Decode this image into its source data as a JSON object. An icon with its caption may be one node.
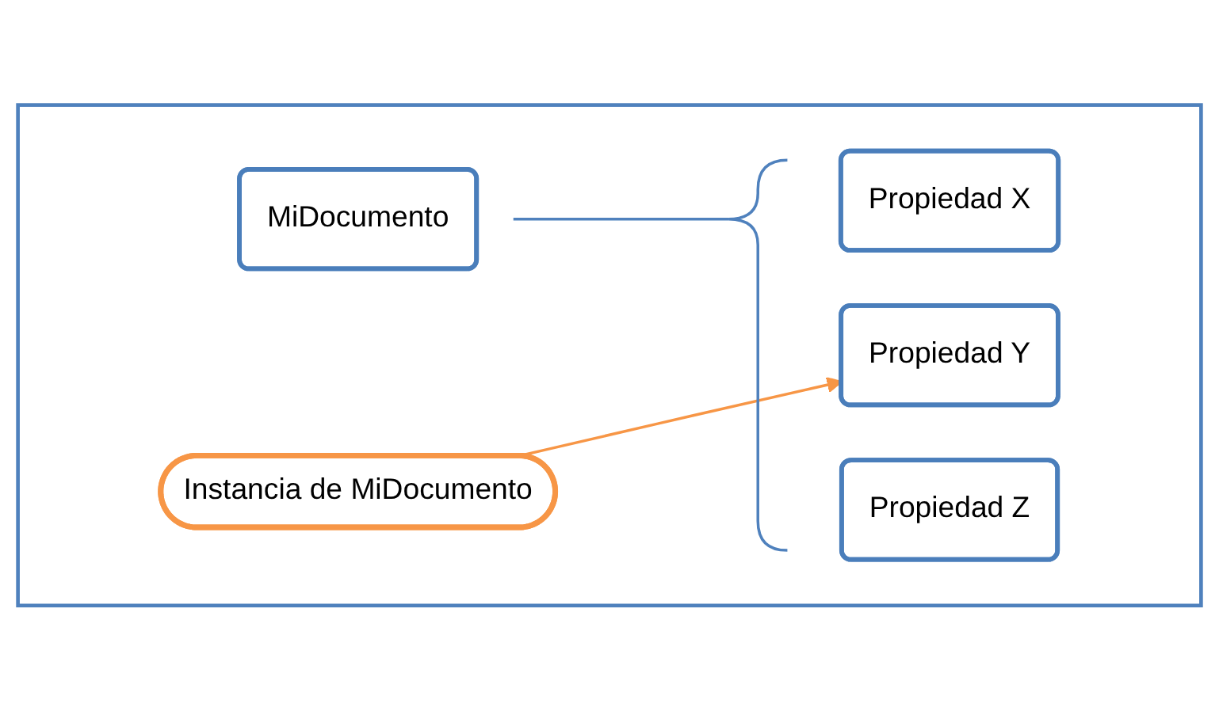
{
  "diagram": {
    "nodes": [
      {
        "text": [],
        "shape": "box"
      },
      {
        "text": [
          "MiDocumento"
        ],
        "in": 0
      },
      {
        "text": [
          "Instancia de MiDocumento"
        ],
        "in": 0
      },
      {
        "text": [
          "Propiedad X"
        ],
        "in": 0
      },
      {
        "text": [
          "Propiedad Y"
        ],
        "in": 0
      },
      {
        "text": [
          "Propiedad Z"
        ],
        "in": 0
      }
    ],
    "edges": [
      {
        "from": 2,
        "to": 4,
        "arrow": "to",
        "color": "#f79646"
      }
    ]
  }
}
